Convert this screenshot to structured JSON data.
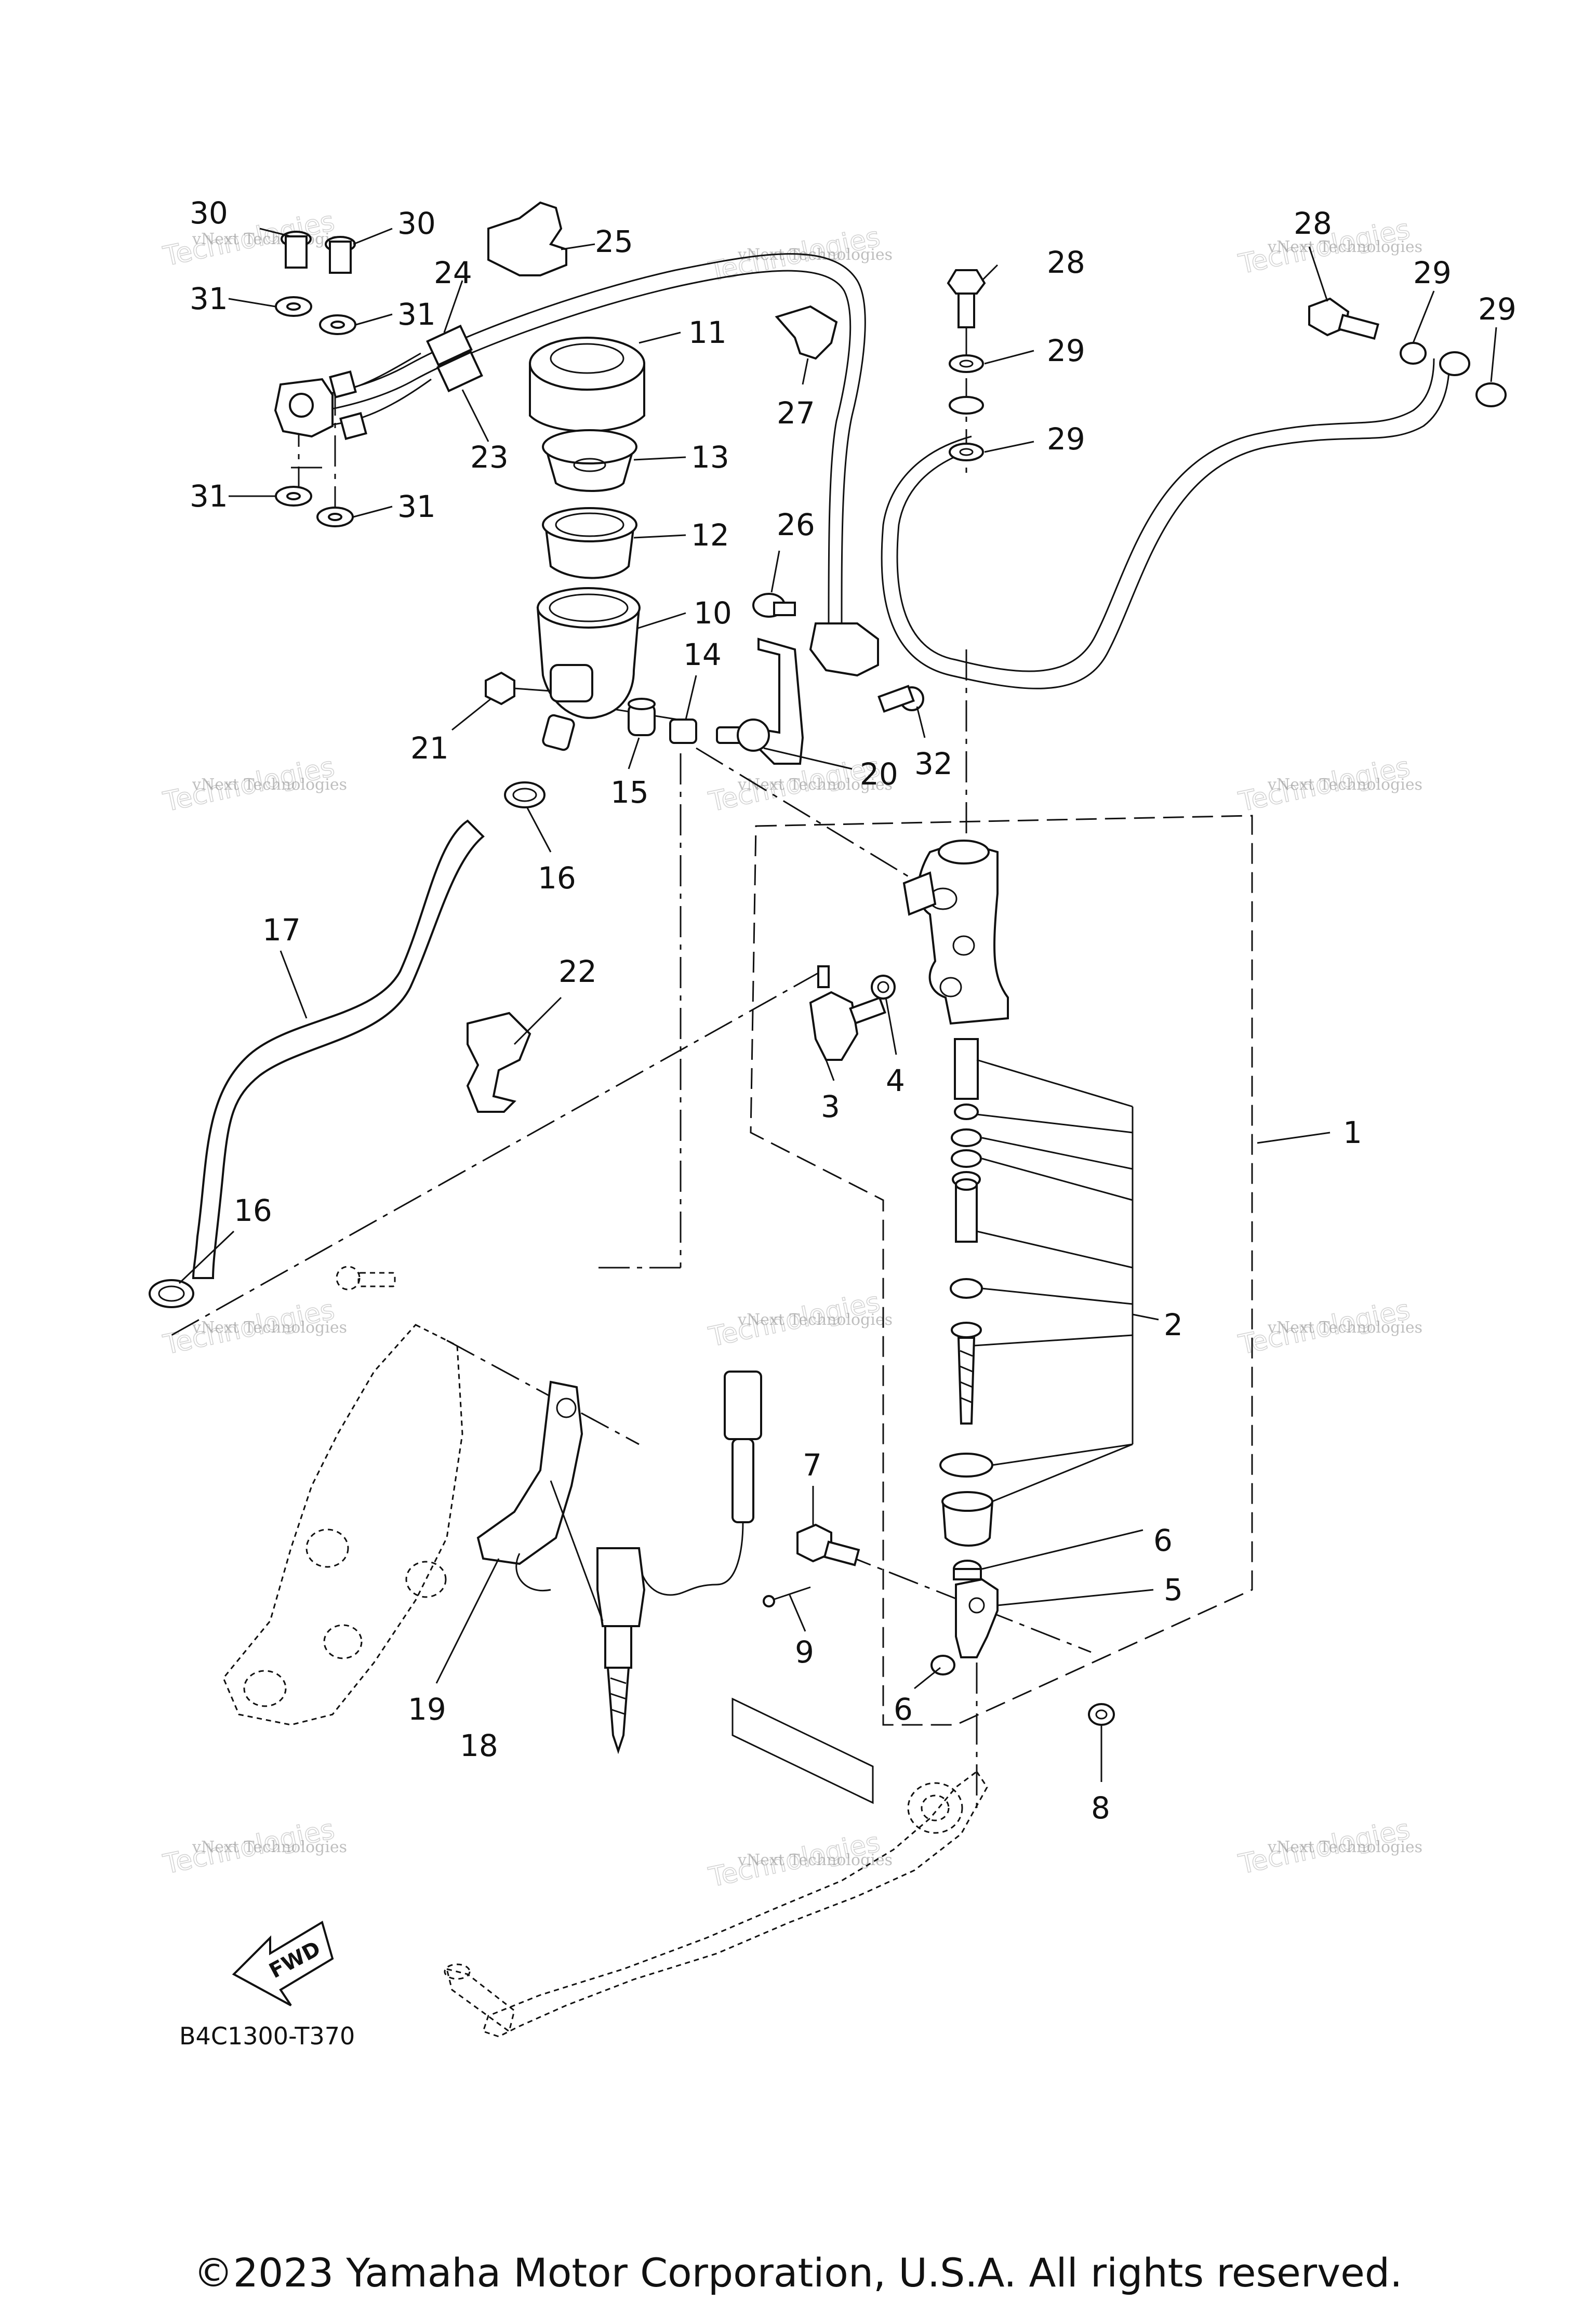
{
  "diagram_code": "B4C1300-T370",
  "fwd_label": "FWD",
  "copyright": "©2023 Yamaha Motor Corporation, U.S.A. All rights reserved.",
  "watermark": {
    "line1": "vNext Technologies",
    "line2": "vNext",
    "line3": "Technologies"
  },
  "callouts": [
    {
      "id": "c1",
      "label": "1"
    },
    {
      "id": "c2",
      "label": "2"
    },
    {
      "id": "c3",
      "label": "3"
    },
    {
      "id": "c4",
      "label": "4"
    },
    {
      "id": "c5",
      "label": "5"
    },
    {
      "id": "c6a",
      "label": "6"
    },
    {
      "id": "c6b",
      "label": "6"
    },
    {
      "id": "c7",
      "label": "7"
    },
    {
      "id": "c8",
      "label": "8"
    },
    {
      "id": "c9",
      "label": "9"
    },
    {
      "id": "c10",
      "label": "10"
    },
    {
      "id": "c11",
      "label": "11"
    },
    {
      "id": "c12",
      "label": "12"
    },
    {
      "id": "c13",
      "label": "13"
    },
    {
      "id": "c14",
      "label": "14"
    },
    {
      "id": "c15",
      "label": "15"
    },
    {
      "id": "c16a",
      "label": "16"
    },
    {
      "id": "c16b",
      "label": "16"
    },
    {
      "id": "c17",
      "label": "17"
    },
    {
      "id": "c18",
      "label": "18"
    },
    {
      "id": "c19",
      "label": "19"
    },
    {
      "id": "c20",
      "label": "20"
    },
    {
      "id": "c21",
      "label": "21"
    },
    {
      "id": "c22",
      "label": "22"
    },
    {
      "id": "c23",
      "label": "23"
    },
    {
      "id": "c24",
      "label": "24"
    },
    {
      "id": "c25",
      "label": "25"
    },
    {
      "id": "c26",
      "label": "26"
    },
    {
      "id": "c27",
      "label": "27"
    },
    {
      "id": "c28a",
      "label": "28"
    },
    {
      "id": "c28b",
      "label": "28"
    },
    {
      "id": "c29a",
      "label": "29"
    },
    {
      "id": "c29b",
      "label": "29"
    },
    {
      "id": "c29c",
      "label": "29"
    },
    {
      "id": "c29d",
      "label": "29"
    },
    {
      "id": "c30a",
      "label": "30"
    },
    {
      "id": "c30b",
      "label": "30"
    },
    {
      "id": "c31a",
      "label": "31"
    },
    {
      "id": "c31b",
      "label": "31"
    },
    {
      "id": "c31c",
      "label": "31"
    },
    {
      "id": "c31d",
      "label": "31"
    },
    {
      "id": "c32",
      "label": "32"
    }
  ]
}
